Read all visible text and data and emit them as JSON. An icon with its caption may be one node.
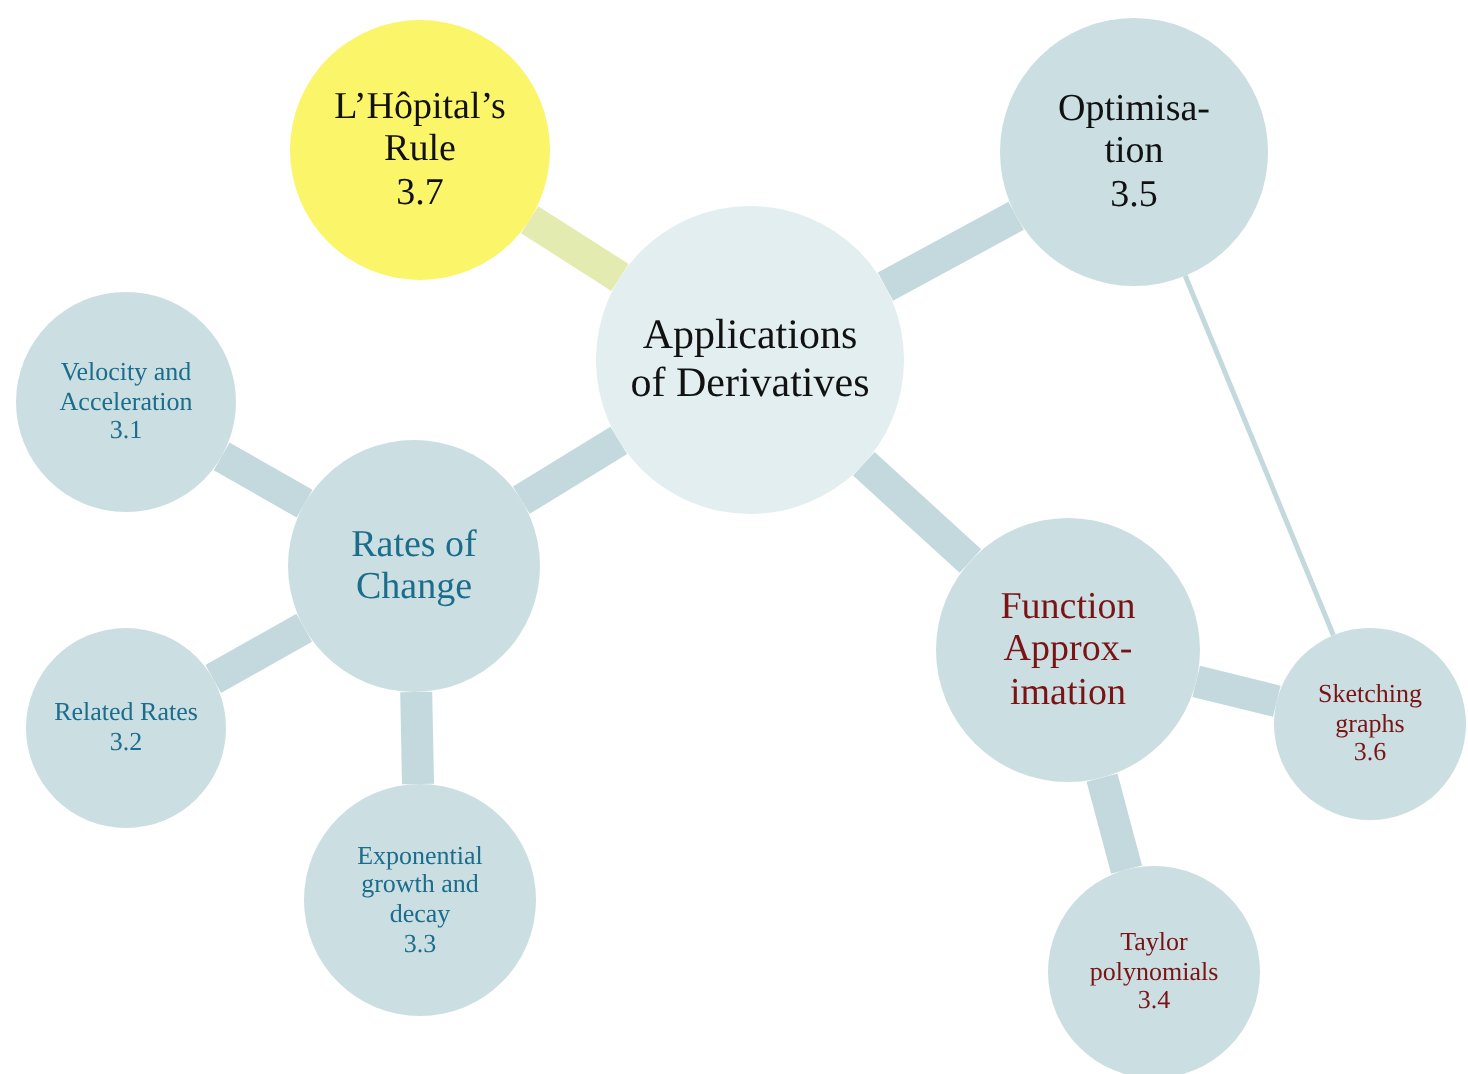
{
  "diagram": {
    "nodes": [
      {
        "text": [
          "Applications of Derivatives"
        ]
      },
      {
        "text": [
          "L’Hôpital’s Rule",
          "3.7"
        ]
      },
      {
        "text": [
          "Optimisa-tion",
          "3.5"
        ]
      },
      {
        "text": [
          "Rates of Change"
        ]
      },
      {
        "text": [
          "Velocity and Acceleration",
          "3.1"
        ]
      },
      {
        "text": [
          "Related Rates",
          "3.2"
        ]
      },
      {
        "text": [
          "Exponential growth and decay",
          "3.3"
        ]
      },
      {
        "text": [
          "Function Approx-imation"
        ]
      },
      {
        "text": [
          "Sketching graphs",
          "3.6"
        ]
      },
      {
        "text": [
          "Taylor polynomials",
          "3.4"
        ]
      }
    ],
    "edges": [
      {
        "from": 0,
        "to": 1,
        "arrow": "none",
        "color": "#e4ebb0"
      },
      {
        "from": 0,
        "to": 2,
        "arrow": "none"
      },
      {
        "from": 0,
        "to": 3,
        "arrow": "none"
      },
      {
        "from": 0,
        "to": 7,
        "arrow": "none"
      },
      {
        "from": 3,
        "to": 4,
        "arrow": "none"
      },
      {
        "from": 3,
        "to": 5,
        "arrow": "none"
      },
      {
        "from": 3,
        "to": 6,
        "arrow": "none"
      },
      {
        "from": 7,
        "to": 8,
        "arrow": "none"
      },
      {
        "from": 7,
        "to": 9,
        "arrow": "none"
      },
      {
        "from": 2,
        "to": 8,
        "arrow": "none"
      }
    ]
  }
}
